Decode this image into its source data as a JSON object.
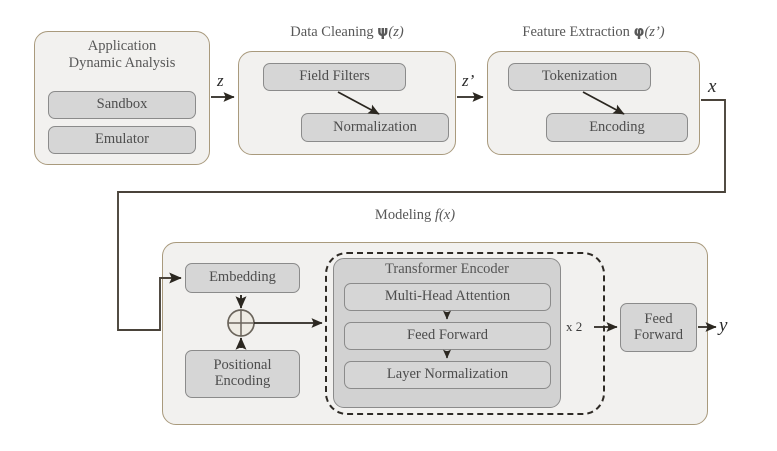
{
  "diagram": {
    "title_hidden": "",
    "colors": {
      "outer_border": "#a99a7d",
      "outer_fill": "#f2f1ef",
      "inner_fill": "#d6d6d6",
      "inner_border": "#8b8b8b",
      "encoder_fill": "#d2d2d2",
      "dashed_border": "#2e2a25",
      "arrow": "#2b2720",
      "text": "#4d4d4d"
    },
    "stages": [
      {
        "id": "application-dynamic-analysis",
        "title_line1": "Application",
        "title_line2": "Dynamic Analysis",
        "blocks": [
          {
            "id": "sandbox",
            "label": "Sandbox"
          },
          {
            "id": "emulator",
            "label": "Emulator"
          }
        ]
      },
      {
        "id": "data-cleaning",
        "title_prefix": "Data Cleaning ",
        "title_symbol": "ψ",
        "title_arg": "(z)",
        "blocks": [
          {
            "id": "field-filters",
            "label": "Field Filters"
          },
          {
            "id": "normalization",
            "label": "Normalization"
          }
        ]
      },
      {
        "id": "feature-extraction",
        "title_prefix": "Feature Extraction ",
        "title_symbol": "φ",
        "title_arg": "(z’)",
        "blocks": [
          {
            "id": "tokenization",
            "label": "Tokenization"
          },
          {
            "id": "encoding",
            "label": "Encoding"
          }
        ]
      },
      {
        "id": "modeling",
        "title_prefix": "Modeling ",
        "title_symbol": "f",
        "title_arg": "(x)",
        "blocks": [
          {
            "id": "embedding",
            "label": "Embedding"
          },
          {
            "id": "positional-encoding",
            "label_line1": "Positional",
            "label_line2": "Encoding"
          },
          {
            "id": "feed-forward-output",
            "label_line1": "Feed",
            "label_line2": "Forward"
          }
        ],
        "encoder": {
          "id": "transformer-encoder",
          "title": "Transformer Encoder",
          "repeat_label": "x 2",
          "blocks": [
            {
              "id": "multi-head-attention",
              "label": "Multi-Head Attention"
            },
            {
              "id": "feed-forward",
              "label": "Feed Forward"
            },
            {
              "id": "layer-normalization",
              "label": "Layer Normalization"
            }
          ]
        },
        "operator": {
          "id": "sum-operator",
          "glyph": "⊕"
        }
      }
    ],
    "signals": [
      {
        "id": "signal-z",
        "label": "z"
      },
      {
        "id": "signal-z-prime",
        "label": "z’"
      },
      {
        "id": "signal-x",
        "label": "x"
      },
      {
        "id": "signal-y",
        "label": "y"
      }
    ]
  }
}
